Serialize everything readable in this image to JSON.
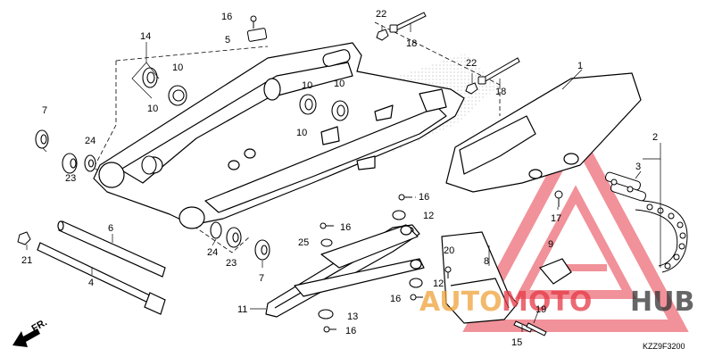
{
  "diagram": {
    "diagram_code": "KZZ9F3200",
    "direction_mark": "FR.",
    "watermark": {
      "left": "AUTO",
      "mid": "MOTO",
      "right": "HUB"
    },
    "colors": {
      "line": "#000000",
      "watermark_red": "#e63946",
      "watermark_orange": "#f0a23a",
      "watermark_dark": "#333333"
    },
    "callouts": [
      {
        "id": "c16a",
        "number": "16"
      },
      {
        "id": "c5",
        "number": "5"
      },
      {
        "id": "c22a",
        "number": "22"
      },
      {
        "id": "c18a",
        "number": "18"
      },
      {
        "id": "c14",
        "number": "14"
      },
      {
        "id": "c10a",
        "number": "10"
      },
      {
        "id": "c10b",
        "number": "10"
      },
      {
        "id": "c10c",
        "number": "10"
      },
      {
        "id": "c10d",
        "number": "10"
      },
      {
        "id": "c10e",
        "number": "10"
      },
      {
        "id": "c22b",
        "number": "22"
      },
      {
        "id": "c18b",
        "number": "18"
      },
      {
        "id": "c1",
        "number": "1"
      },
      {
        "id": "c7a",
        "number": "7"
      },
      {
        "id": "c24a",
        "number": "24"
      },
      {
        "id": "c23a",
        "number": "23"
      },
      {
        "id": "c2",
        "number": "2"
      },
      {
        "id": "c3",
        "number": "3"
      },
      {
        "id": "c16b",
        "number": "16"
      },
      {
        "id": "c12a",
        "number": "12"
      },
      {
        "id": "c17",
        "number": "17"
      },
      {
        "id": "c6",
        "number": "6"
      },
      {
        "id": "c16c",
        "number": "16"
      },
      {
        "id": "c25",
        "number": "25"
      },
      {
        "id": "c9",
        "number": "9"
      },
      {
        "id": "c21",
        "number": "21"
      },
      {
        "id": "c24b",
        "number": "24"
      },
      {
        "id": "c23b",
        "number": "23"
      },
      {
        "id": "c20",
        "number": "20"
      },
      {
        "id": "c8",
        "number": "8"
      },
      {
        "id": "c7b",
        "number": "7"
      },
      {
        "id": "c4",
        "number": "4"
      },
      {
        "id": "c12b",
        "number": "12"
      },
      {
        "id": "c16d",
        "number": "16"
      },
      {
        "id": "c11",
        "number": "11"
      },
      {
        "id": "c13",
        "number": "13"
      },
      {
        "id": "c19",
        "number": "19"
      },
      {
        "id": "c16e",
        "number": "16"
      },
      {
        "id": "c15",
        "number": "15"
      }
    ]
  }
}
